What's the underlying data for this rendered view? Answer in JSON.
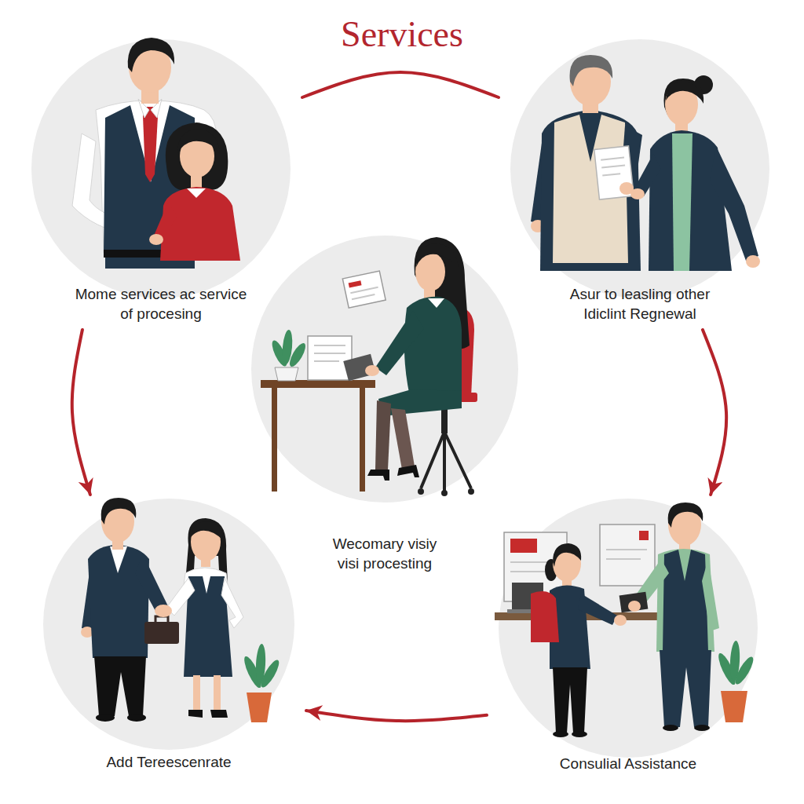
{
  "diagram": {
    "title": "Services",
    "nodes": [
      {
        "text": [
          "Mome services ac service of procesing"
        ]
      },
      {
        "text": [
          "Asur to leasling other Idiclint Regnewal"
        ]
      },
      {
        "text": [
          "Wecomary visiy visi procesting"
        ]
      },
      {
        "text": [
          "Add Tereescenrate"
        ]
      },
      {
        "text": [
          "Consulial Assistance"
        ]
      }
    ],
    "edges": [
      {
        "from": 0,
        "to": 1,
        "arrow": "none"
      },
      {
        "from": 0,
        "to": 3,
        "arrow": "to"
      },
      {
        "from": 1,
        "to": 4,
        "arrow": "to"
      },
      {
        "from": 4,
        "to": 3,
        "arrow": "to"
      }
    ]
  }
}
